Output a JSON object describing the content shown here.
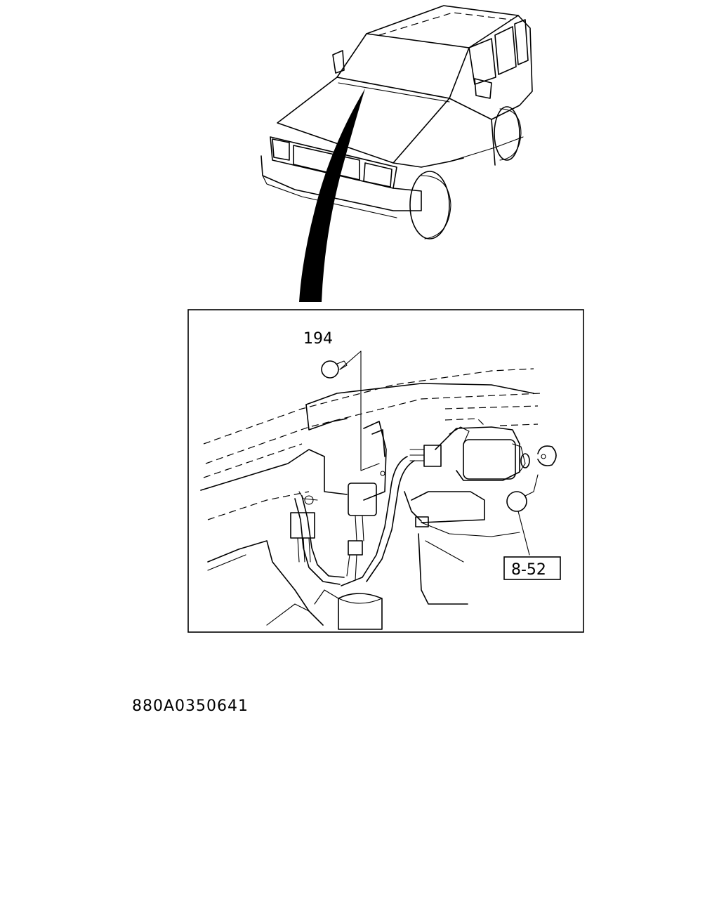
{
  "callouts": {
    "part_194": "194",
    "ref_8_52": "8-52"
  },
  "drawing_code": "880A0350641"
}
